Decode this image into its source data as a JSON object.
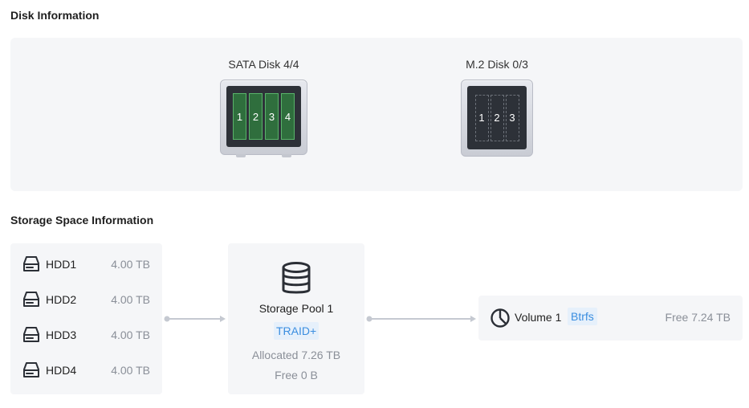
{
  "disk_info": {
    "title": "Disk Information",
    "enclosures": [
      {
        "label": "SATA Disk 4/4",
        "bays": [
          "1",
          "2",
          "3",
          "4"
        ],
        "state": "filled"
      },
      {
        "label": "M.2 Disk 0/3",
        "bays": [
          "1",
          "2",
          "3"
        ],
        "state": "empty"
      }
    ]
  },
  "storage_info": {
    "title": "Storage Space Information",
    "disks": [
      {
        "name": "HDD1",
        "size": "4.00 TB"
      },
      {
        "name": "HDD2",
        "size": "4.00 TB"
      },
      {
        "name": "HDD3",
        "size": "4.00 TB"
      },
      {
        "name": "HDD4",
        "size": "4.00 TB"
      }
    ],
    "pool": {
      "icon": "database-icon",
      "name": "Storage Pool 1",
      "raid": "TRAID+",
      "allocated": "Allocated 7.26 TB",
      "free": "Free 0 B"
    },
    "volume": {
      "icon": "pie-chart-icon",
      "name": "Volume 1",
      "filesystem": "Btrfs",
      "free": "Free 7.24 TB"
    }
  },
  "colors": {
    "panel_bg": "#f5f6f8",
    "bay_filled": "#2f6e3d",
    "bay_filled_border": "#59b36a",
    "badge_text": "#3b8ee0",
    "badge_bg": "#e6f0fb",
    "muted_text": "#8a8f98",
    "connector": "#c5c9d1"
  }
}
